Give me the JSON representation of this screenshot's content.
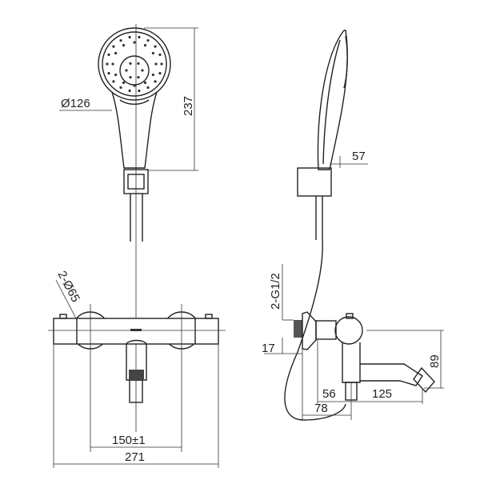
{
  "front_view": {
    "head_diameter": "Ø126",
    "handset_height": "237",
    "inlet_eccentric": "2-Ø65",
    "inlet_spacing": "150±1",
    "overall_width": "271"
  },
  "side_view": {
    "handset_depth": "57",
    "inlet_thread": "2-G1/2",
    "thread_length": "17",
    "spout_height": "89",
    "body_offset": "56",
    "spout_reach": "125",
    "wall_to_outlet": "78"
  }
}
